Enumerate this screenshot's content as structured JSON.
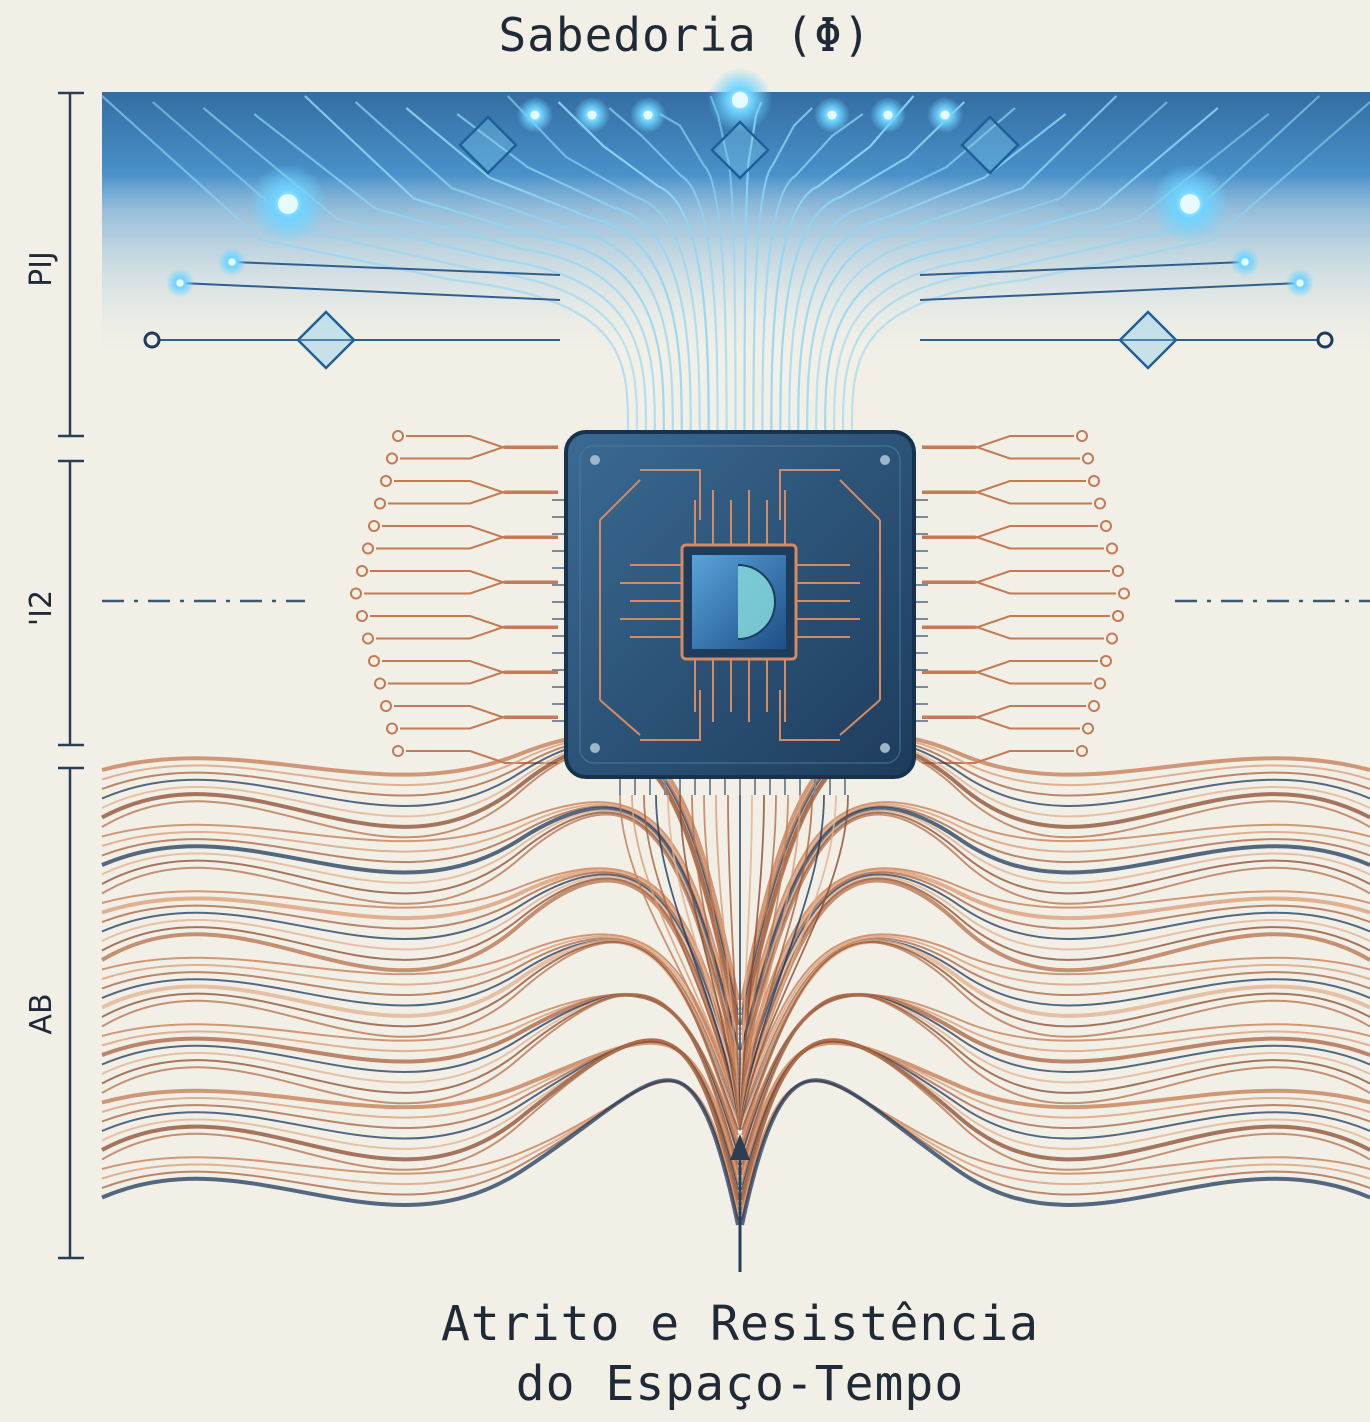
{
  "diagram": {
    "title": "Sabedoria (Φ)",
    "caption_line1": "Atrito e Resistência",
    "caption_line2": "do Espaço-Tempo",
    "side_labels": {
      "top": "PIJ",
      "middle": "'I2",
      "bottom": "AB"
    },
    "colors": {
      "background": "#f1efe6",
      "circuit_blue": "#1e6fb4",
      "glow_blue": "#5fc8f5",
      "copper": "#c47a52",
      "dark_navy": "#1f3a5c",
      "chip_body": "#2a4f72"
    }
  }
}
